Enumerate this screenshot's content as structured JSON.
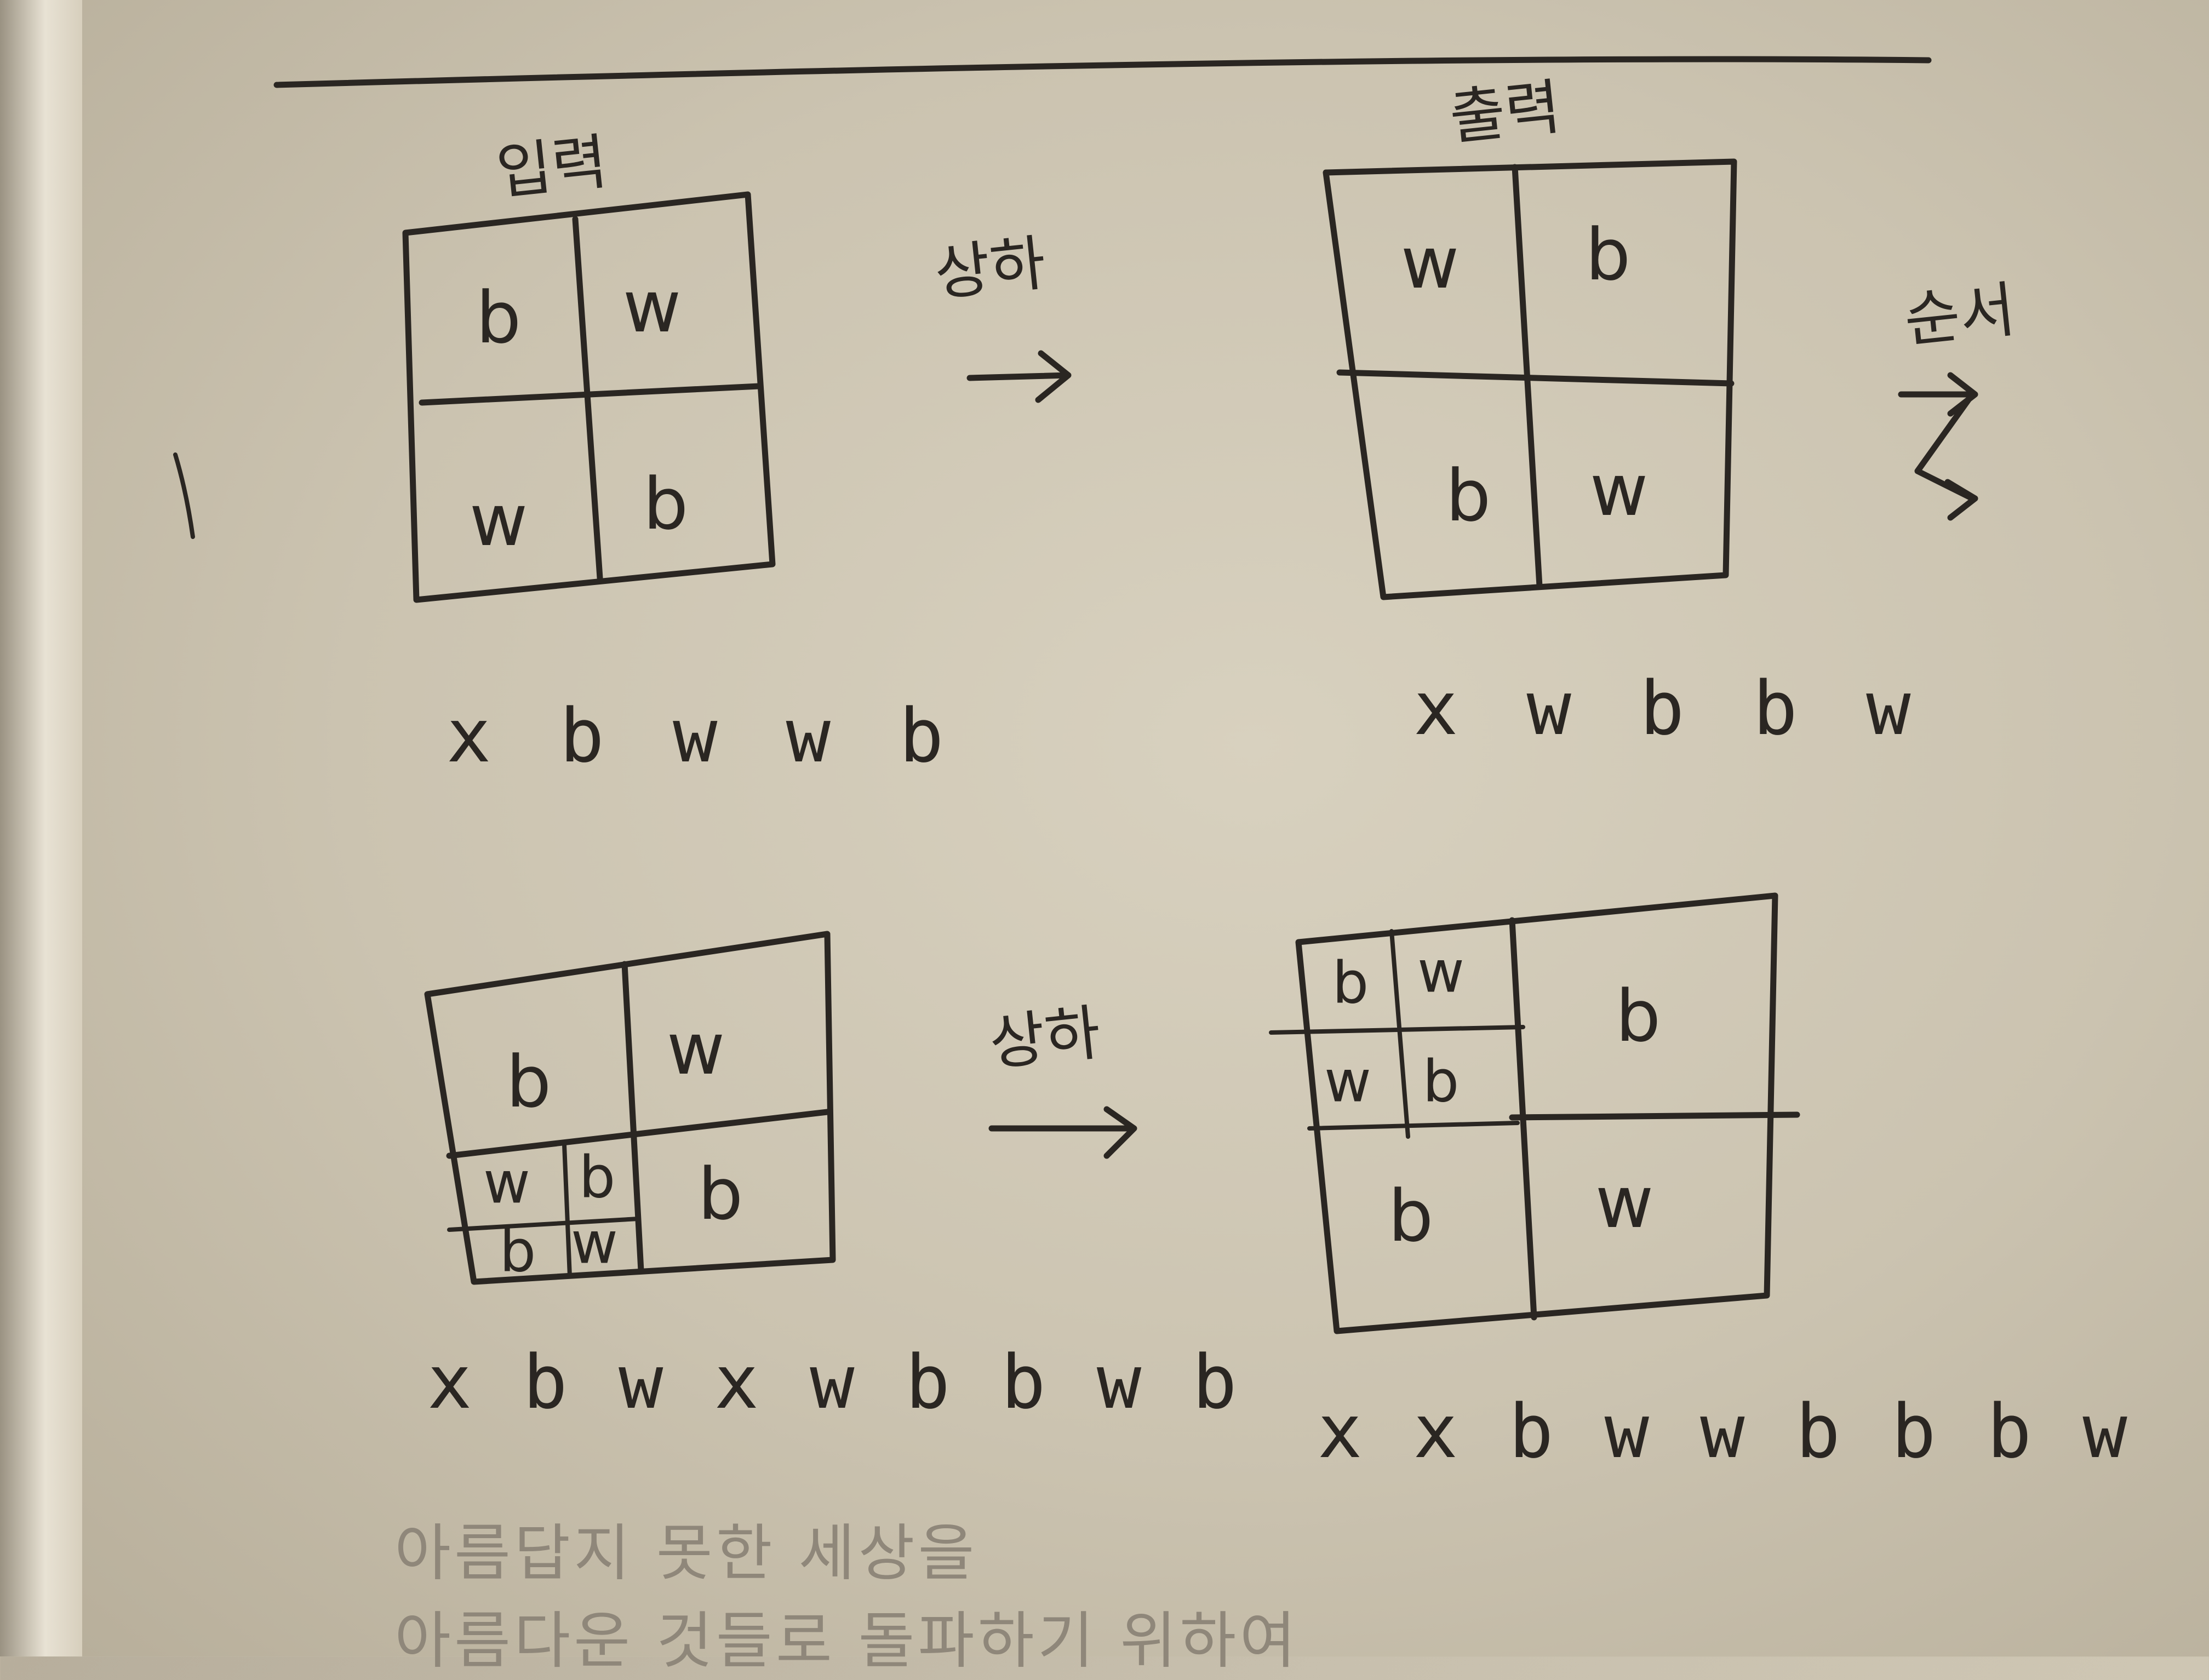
{
  "headings": {
    "input": "입력",
    "output": "출력"
  },
  "operations": {
    "flip_top": "상하",
    "flip_bottom": "상하",
    "order_note": "순서"
  },
  "top_example": {
    "input_cells": [
      "b",
      "w",
      "w",
      "b"
    ],
    "input_code": "x b w w b",
    "output_cells": [
      "w",
      "b",
      "b",
      "w"
    ],
    "output_code": "x w b b w"
  },
  "bottom_example": {
    "input_cells": {
      "top_left": "b",
      "top_right": "w",
      "bottom_right": "b",
      "sub": [
        "w",
        "b",
        "b",
        "w"
      ]
    },
    "input_code": "x b w x w b b w b",
    "output_cells": {
      "sub": [
        "b",
        "w",
        "w",
        "b"
      ],
      "top_right": "b",
      "bottom_left": "b",
      "bottom_right": "w"
    },
    "output_code": "x x b w w b b b w"
  },
  "printed_text": {
    "line1": "아름답지 못한 세상을",
    "line2": "아름다운 것들로 돌파하기 위하여"
  }
}
